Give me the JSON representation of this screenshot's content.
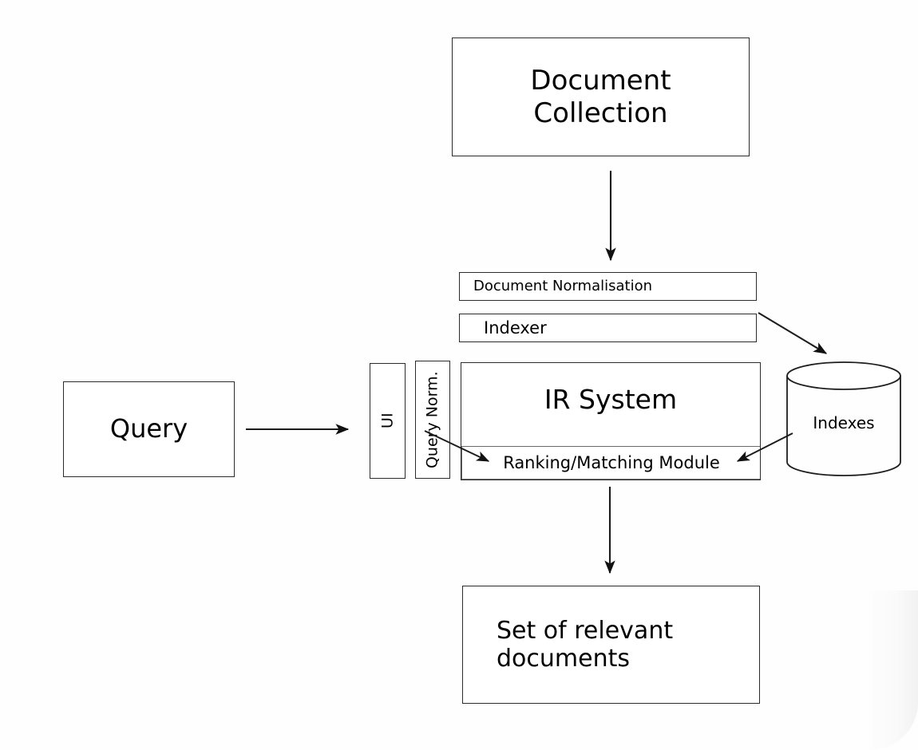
{
  "diagram": {
    "title": "Information Retrieval System Architecture",
    "background_color": "#fefefe",
    "stroke_color": "#2b2b2b",
    "text_color": "#000000"
  },
  "nodes": {
    "document_collection": {
      "label": "Document\nCollection",
      "shape": "rectangle"
    },
    "document_normalisation": {
      "label": "Document Normalisation",
      "shape": "rectangle"
    },
    "indexer": {
      "label": "Indexer",
      "shape": "rectangle"
    },
    "query": {
      "label": "Query",
      "shape": "rectangle"
    },
    "ui": {
      "label": "UI",
      "shape": "rectangle",
      "orientation": "vertical"
    },
    "query_normalisation": {
      "label": "Query Norm.",
      "shape": "rectangle",
      "orientation": "vertical"
    },
    "ir_system": {
      "label": "IR System",
      "shape": "rectangle"
    },
    "ranking_module": {
      "label": "Ranking/Matching Module",
      "shape": "rectangle"
    },
    "indexes": {
      "label": "Indexes",
      "shape": "cylinder"
    },
    "set_relevant_documents": {
      "label": "Set of relevant\ndocuments",
      "shape": "rectangle"
    }
  },
  "edges": [
    {
      "name": "collection-to-normalisation",
      "from": "document_collection",
      "to": "document_normalisation",
      "style": "arrow"
    },
    {
      "name": "indexer-to-indexes",
      "from": "indexer",
      "to": "indexes",
      "style": "arrow"
    },
    {
      "name": "query-to-ui",
      "from": "query",
      "to": "ui",
      "style": "arrow"
    },
    {
      "name": "querynorm-to-ranking",
      "from": "query_normalisation",
      "to": "ranking_module",
      "style": "arrow"
    },
    {
      "name": "indexes-to-ranking",
      "from": "indexes",
      "to": "ranking_module",
      "style": "arrow"
    },
    {
      "name": "irsystem-to-results",
      "from": "ir_system",
      "to": "set_relevant_documents",
      "style": "arrow"
    }
  ]
}
